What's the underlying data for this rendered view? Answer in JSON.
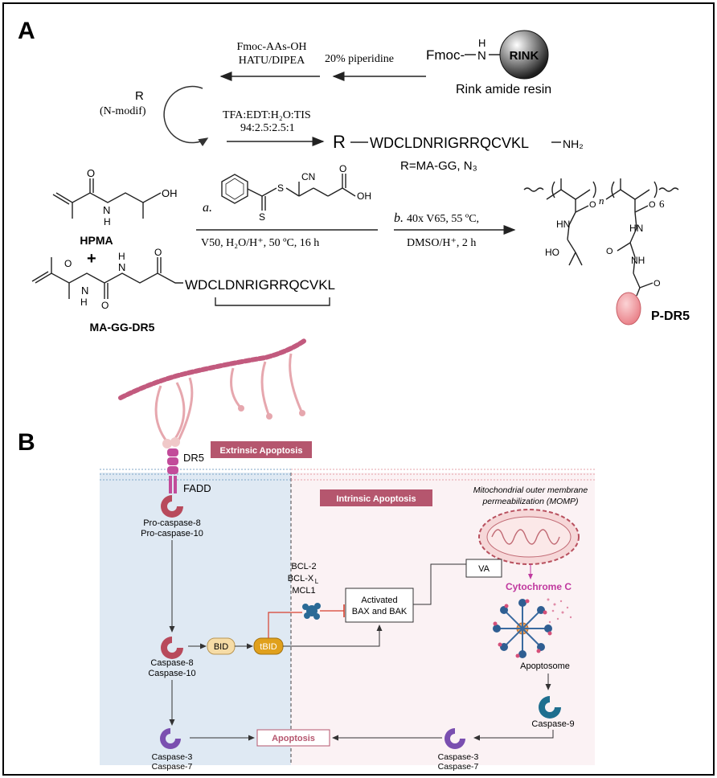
{
  "panel_a": {
    "label": "A",
    "step1_reagent": "20% piperidine",
    "step2_reagent_line1": "Fmoc-AAs-OH",
    "step2_reagent_line2": "HATU/DIPEA",
    "resin_prefix": "Fmoc-",
    "resin_nh": "N",
    "resin_h": "H",
    "resin_bead_label": "RINK",
    "resin_caption": "Rink amide resin",
    "cycle_r": "R",
    "cycle_modif": "(N-modif)",
    "cleavage_line1": "TFA:EDT:H₂O:TIS",
    "cleavage_line2": "94:2.5:2.5:1",
    "product_r": "R",
    "product_sequence": "WDCLDNRIGRRQCVKL",
    "product_terminal": "NH₂",
    "product_r_def": "R=MA-GG, N₃",
    "hpma_label": "HPMA",
    "hpma_oh": "OH",
    "hpma_nh": "N",
    "hpma_h": "H",
    "hpma_o": "O",
    "plus": "+",
    "magg_label": "MA-GG-DR5",
    "magg_sequence": "WDCLDNRIGRRQCVKL",
    "magg_h1": "N",
    "magg_h1b": "H",
    "magg_h2": "N",
    "magg_h2b": "H",
    "magg_o": "O",
    "cta_s": "S",
    "cta_s2": "S",
    "cta_cn": "CN",
    "cta_oh": "OH",
    "cta_o": "O",
    "step_a_label": "a.",
    "step_a_conditions": "V50, H₂O/H⁺, 50 ºC, 16 h",
    "step_b_label": "b.",
    "step_b_line1": "40x V65, 55 ºC,",
    "step_b_line2": "DMSO/H⁺,  2 h",
    "polymer_n": "n",
    "polymer_6": "6",
    "polymer_hn1": "HN",
    "polymer_hn2": "HN",
    "polymer_nh": "NH",
    "polymer_ho": "HO",
    "polymer_o": "O",
    "product_label": "P-DR5"
  },
  "panel_b": {
    "label": "B",
    "extrinsic_label": "Extrinsic Apoptosis",
    "intrinsic_label": "Intrinsic Apoptosis",
    "dr5": "DR5",
    "fadd": "FADD",
    "procaspase_line1": "Pro-caspase-8",
    "procaspase_line2": "Pro-caspase-10",
    "momp_line1": "Mitochondrial outer membrane",
    "momp_line2": "permeabilization (MOMP)",
    "bcl2": "BCL-2",
    "bclxl": "BCL-X",
    "bclxl_sub": "L",
    "mcl1": "MCL1",
    "activated_line1": "Activated",
    "activated_line2": "BAX and BAK",
    "va": "VA",
    "cytochrome": "Cytochrome C",
    "apoptosome": "Apoptosome",
    "caspase8_line1": "Caspase-8",
    "caspase8_line2": "Caspase-10",
    "bid": "BID",
    "tbid": "tBID",
    "caspase9": "Caspase-9",
    "apoptosis": "Apoptosis",
    "caspase3_left_line1": "Caspase-3",
    "caspase3_left_line2": "Caspase-7",
    "caspase3_right_line1": "Caspase-3",
    "caspase3_right_line2": "Caspase-7"
  },
  "colors": {
    "frame": "#000000",
    "extrinsic_panel": "#dfe9f3",
    "intrinsic_panel": "#fbf2f4",
    "badge": "#b5566e",
    "caspase_red": "#b84a5c",
    "caspase_purple": "#7a4fb0",
    "caspase_blue": "#1f6f8f",
    "bid_fill": "#f6dca6",
    "tbid_fill": "#e0a01c",
    "cytochrome": "#c0399f",
    "inhibit": "#d6402e",
    "bead_pink": "#f08c91"
  }
}
